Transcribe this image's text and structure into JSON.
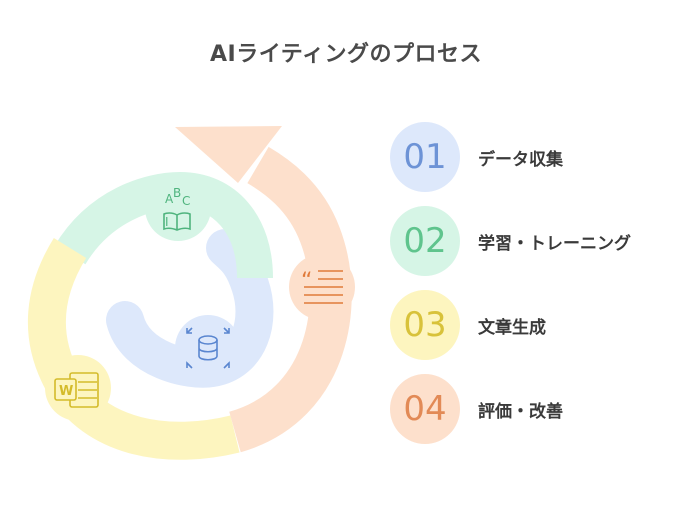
{
  "title": "AIライティングのプロセス",
  "steps": [
    {
      "number": "01",
      "label": "データ収集",
      "color": "#dde8fb",
      "text_color": "#6d93d6"
    },
    {
      "number": "02",
      "label": "学習・トレーニング",
      "color": "#d6f5e6",
      "text_color": "#5fc48d"
    },
    {
      "number": "03",
      "label": "文章生成",
      "color": "#fdf5bf",
      "text_color": "#d8c23a"
    },
    {
      "number": "04",
      "label": "評価・改善",
      "color": "#fde0cc",
      "text_color": "#e28a56"
    }
  ],
  "icons": {
    "data": "database-icon",
    "training": "alphabet-book-icon",
    "generation": "word-document-icon",
    "evaluation": "quote-text-icon"
  },
  "icon_text": {
    "letter_a": "A",
    "letter_b": "B",
    "letter_c": "C",
    "letter_i": "I",
    "letter_w": "W",
    "quote": "“"
  }
}
